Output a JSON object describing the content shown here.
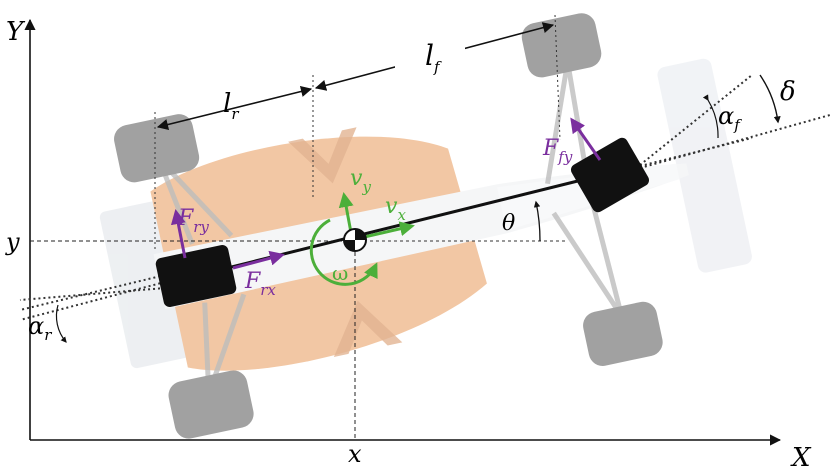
{
  "axes": {
    "y_axis": "Y",
    "x_axis": "X",
    "x_pos": "x",
    "y_pos": "y"
  },
  "lengths": {
    "rear": {
      "base": "l",
      "sub": "r"
    },
    "front": {
      "base": "l",
      "sub": "f"
    }
  },
  "forces": {
    "front_lateral": {
      "base": "F",
      "sub": "fy"
    },
    "rear_lateral": {
      "base": "F",
      "sub": "ry"
    },
    "rear_longitudinal": {
      "base": "F",
      "sub": "rx"
    }
  },
  "velocities": {
    "lateral": {
      "base": "v",
      "sub": "y"
    },
    "longitudinal": {
      "base": "v",
      "sub": "x"
    },
    "yaw_rate": "ω"
  },
  "angles": {
    "heading": "θ",
    "steering": "δ",
    "front_slip": {
      "base": "α",
      "sub": "f"
    },
    "rear_slip": {
      "base": "α",
      "sub": "r"
    }
  },
  "colors": {
    "force": "#7a2e9e",
    "velocity": "#4caf3a",
    "line": "#111111",
    "car_orange": "#e89a5a",
    "car_white": "#eef0f2",
    "tire": "#2a2a2a"
  },
  "icons": {
    "center_of_mass": "center-of-mass-icon",
    "front_wheel": "front-wheel-icon",
    "rear_wheel": "rear-wheel-icon"
  }
}
